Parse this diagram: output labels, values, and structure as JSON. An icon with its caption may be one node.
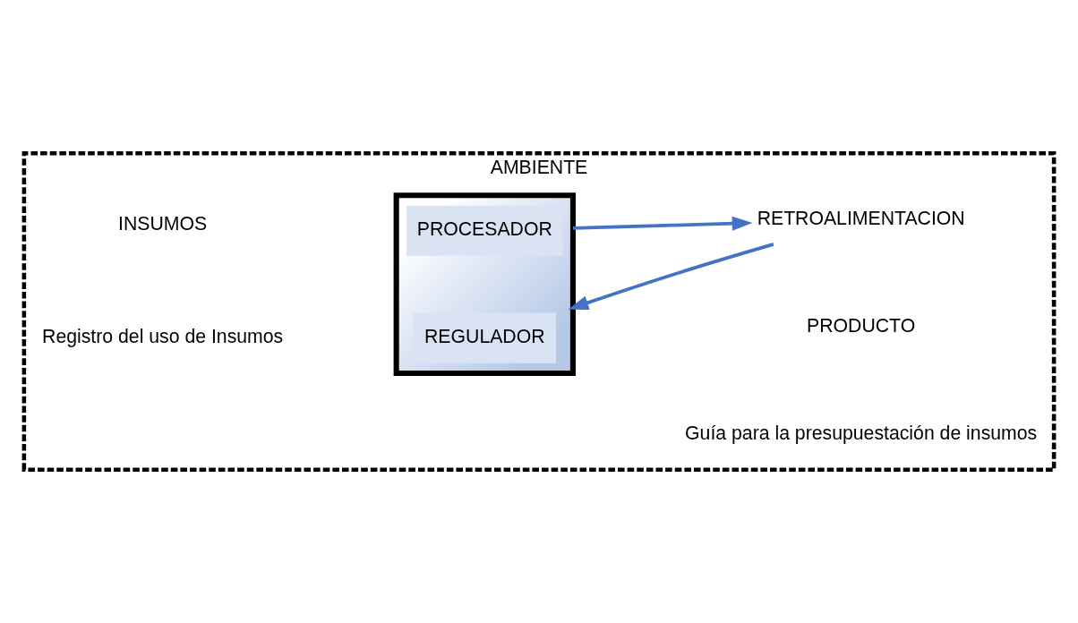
{
  "diagram": {
    "nodes": [
      {
        "text": [
          "AMBIENTE"
        ]
      },
      {
        "text": [],
        "shape": "box",
        "in": 0
      },
      {
        "text": [
          "REGULADOR"
        ],
        "in": 1
      },
      {
        "text": [
          "PROCESADOR"
        ],
        "in": 1
      },
      {
        "text": [
          "RETROALIMENTACION"
        ],
        "in": 0
      }
    ],
    "edges": [
      {
        "from": 1,
        "to": 4,
        "arrow": "to"
      },
      {
        "from": 4,
        "to": 1,
        "arrow": "to"
      }
    ],
    "labels": [
      "INSUMOS",
      "Registro del uso de Insumos",
      "PRODUCTO",
      "Guía para la presupuestación de insumos"
    ]
  }
}
